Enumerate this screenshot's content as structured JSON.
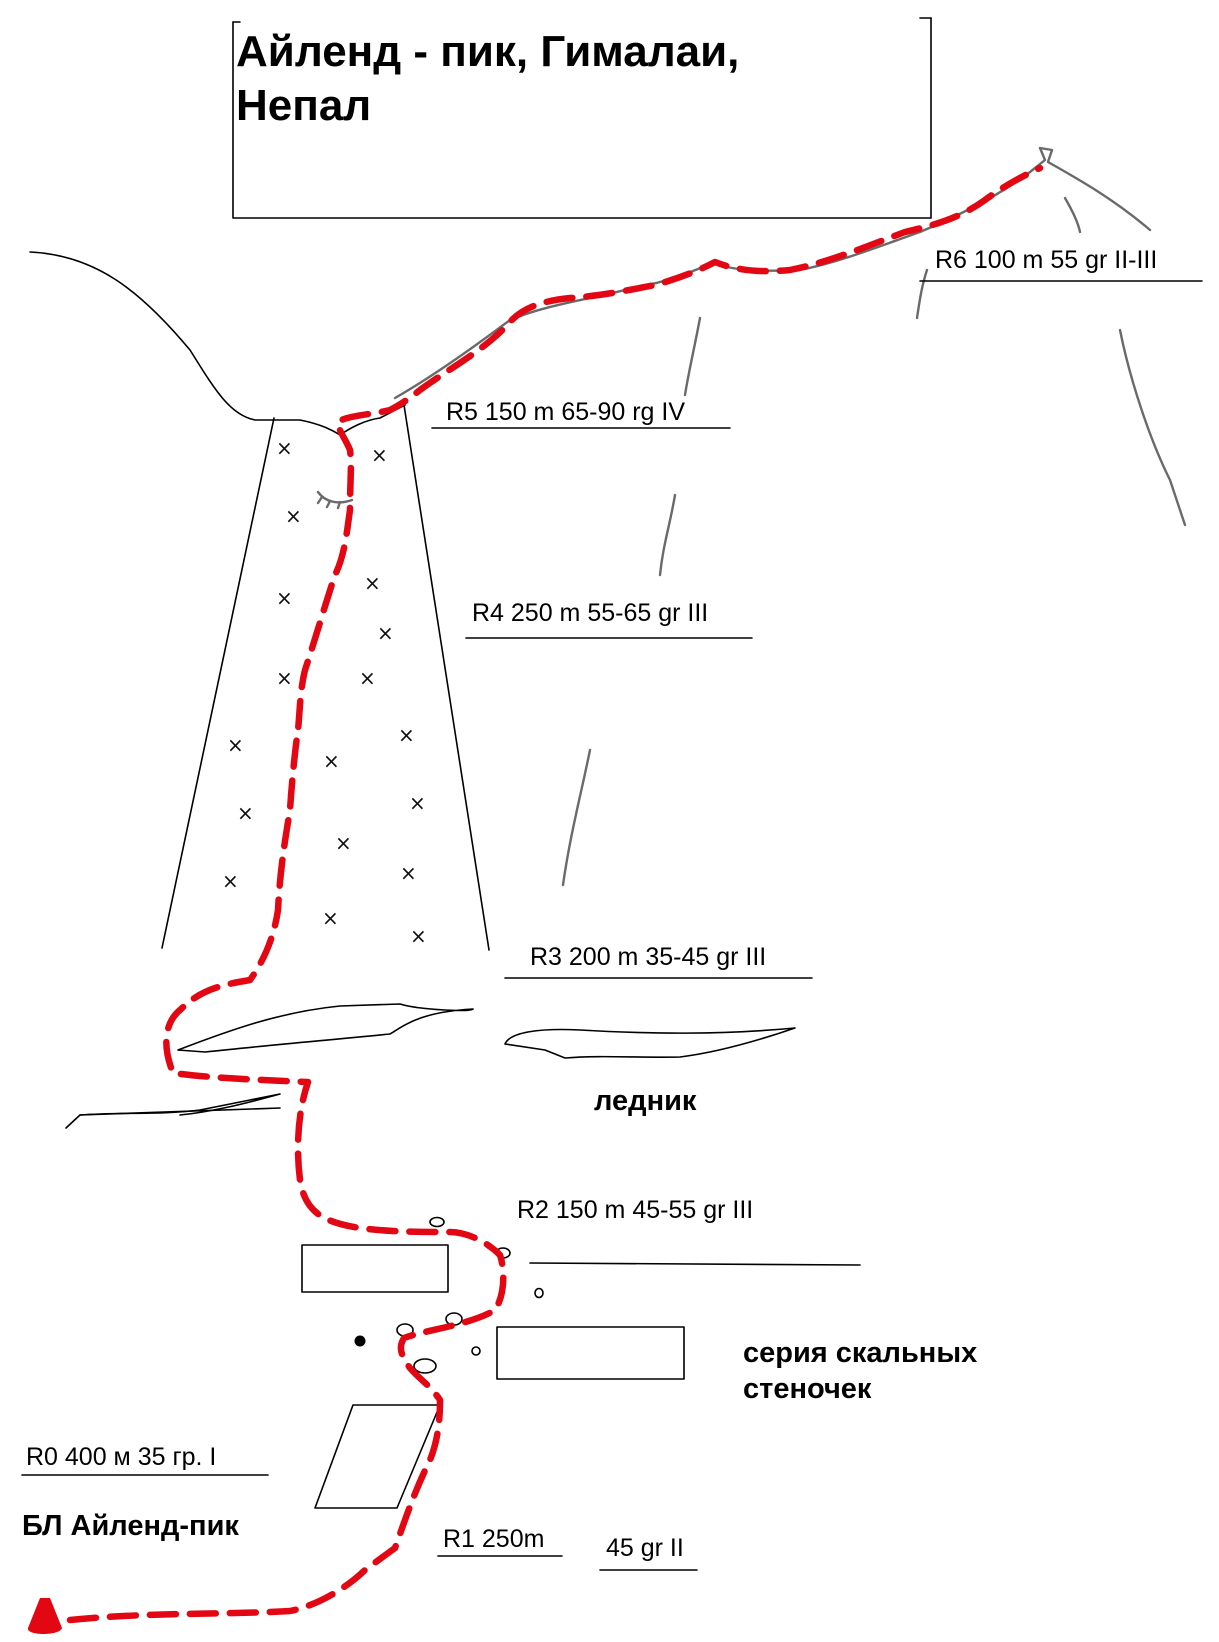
{
  "title_line1": "Айленд - пик, Гималаи,",
  "title_line2": "Непал",
  "labels": {
    "r6": "R6 100 m 55 gr II-III",
    "r5": "R5 150 m 65-90 rg IV",
    "r4": "R4 250 m 55-65 gr III",
    "r3": "R3 200 m 35-45 gr III",
    "r2": "R2 150 m   45-55 gr III",
    "r1a": "R1 250m",
    "r1b": "45 gr II",
    "r0": "R0 400 м 35 гр. I"
  },
  "glacier": "ледник",
  "rock_walls_line1": "серия скальных",
  "rock_walls_line2": "стеночек",
  "base_camp": "БЛ Айленд-пик",
  "colors": {
    "route": "#e30613",
    "ink": "#000000",
    "ridge": "#6a6a6a"
  },
  "icons": {
    "base_camp_marker": "red-triangle-icon"
  }
}
